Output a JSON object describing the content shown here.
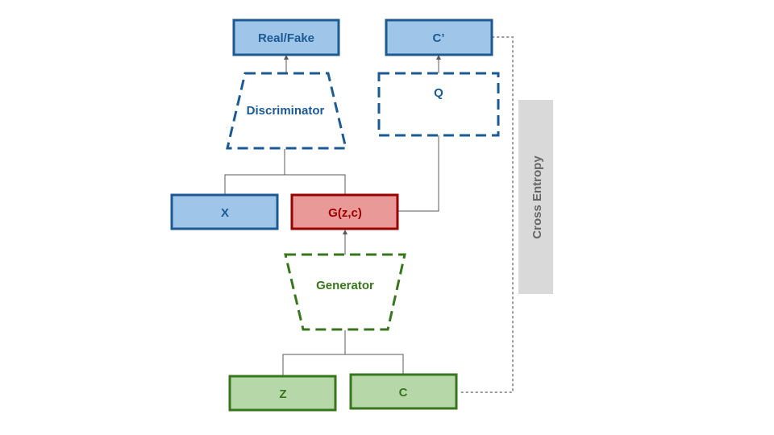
{
  "colors": {
    "blue_stroke": "#1c5a94",
    "blue_fill": "#9fc5e8",
    "blue_text": "#1c5a94",
    "red_stroke": "#990000",
    "red_fill": "#ea9999",
    "red_text": "#990000",
    "green_stroke": "#38761d",
    "green_fill": "#b6d7a8",
    "green_text": "#38761d",
    "gray_fill": "#d9d9d9",
    "gray_text": "#666666",
    "connector": "#595959",
    "dotted": "#999999"
  },
  "nodes": {
    "real_fake": "Real/Fake",
    "c_prime": "C’",
    "discriminator": "Discriminator",
    "q": "Q",
    "x": "X",
    "g": "G(z,c)",
    "generator": "Generator",
    "z": "Z",
    "c": "C"
  },
  "side_label": "Cross Entropy"
}
